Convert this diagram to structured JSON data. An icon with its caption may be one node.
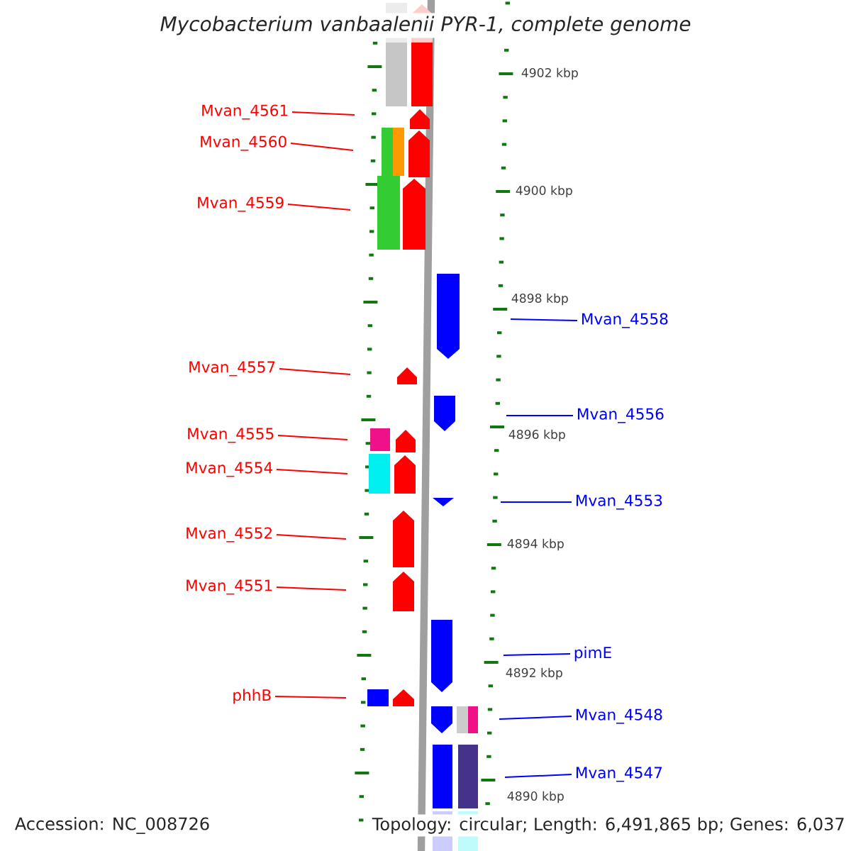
{
  "diagram": {
    "title": "Mycobacterium vanbaalenii PYR-1, complete genome",
    "nodes": [
      {
        "text": [
          "Mvan_4561"
        ]
      },
      {
        "text": [
          "Mvan_4560"
        ]
      },
      {
        "text": [
          "Mvan_4559"
        ]
      },
      {
        "text": [
          "Mvan_4558"
        ]
      },
      {
        "text": [
          "Mvan_4557"
        ]
      },
      {
        "text": [
          "Mvan_4556"
        ]
      },
      {
        "text": [
          "Mvan_4555"
        ]
      },
      {
        "text": [
          "Mvan_4554"
        ]
      },
      {
        "text": [
          "Mvan_4553"
        ]
      },
      {
        "text": [
          "Mvan_4552"
        ]
      },
      {
        "text": [
          "Mvan_4551"
        ]
      },
      {
        "text": [
          "pimE"
        ]
      },
      {
        "text": [
          "phhB"
        ]
      },
      {
        "text": [
          "Mvan_4548"
        ]
      },
      {
        "text": [
          "Mvan_4547"
        ]
      }
    ],
    "edges": [
      {
        "from": 0,
        "to": null,
        "arrow": "none"
      },
      {
        "from": 1,
        "to": null,
        "arrow": "none"
      },
      {
        "from": 2,
        "to": null,
        "arrow": "none"
      },
      {
        "from": 3,
        "to": null,
        "arrow": "none",
        "color": "#0000ff"
      },
      {
        "from": 4,
        "to": null,
        "arrow": "none"
      },
      {
        "from": 5,
        "to": null,
        "arrow": "none",
        "color": "#0000ff"
      },
      {
        "from": 6,
        "to": null,
        "arrow": "none"
      },
      {
        "from": 7,
        "to": null,
        "arrow": "none"
      },
      {
        "from": 8,
        "to": null,
        "arrow": "none",
        "color": "#0000ff"
      },
      {
        "from": 9,
        "to": null,
        "arrow": "none"
      },
      {
        "from": 10,
        "to": null,
        "arrow": "none"
      },
      {
        "from": 11,
        "to": null,
        "arrow": "none",
        "color": "#0000ff"
      },
      {
        "from": 12,
        "to": null,
        "arrow": "none"
      },
      {
        "from": 13,
        "to": null,
        "arrow": "none",
        "color": "#0000ff"
      },
      {
        "from": 14,
        "to": null,
        "arrow": "none",
        "color": "#0000ff"
      }
    ],
    "labels": [
      "4902 kbp",
      "4900 kbp",
      "4898 kbp",
      "4896 kbp",
      "4894 kbp",
      "4892 kbp",
      "4890 kbp",
      "Accession: NC_008726",
      "Topology: circular; Length: 6,491,865 bp; Genes: 6,037"
    ]
  }
}
